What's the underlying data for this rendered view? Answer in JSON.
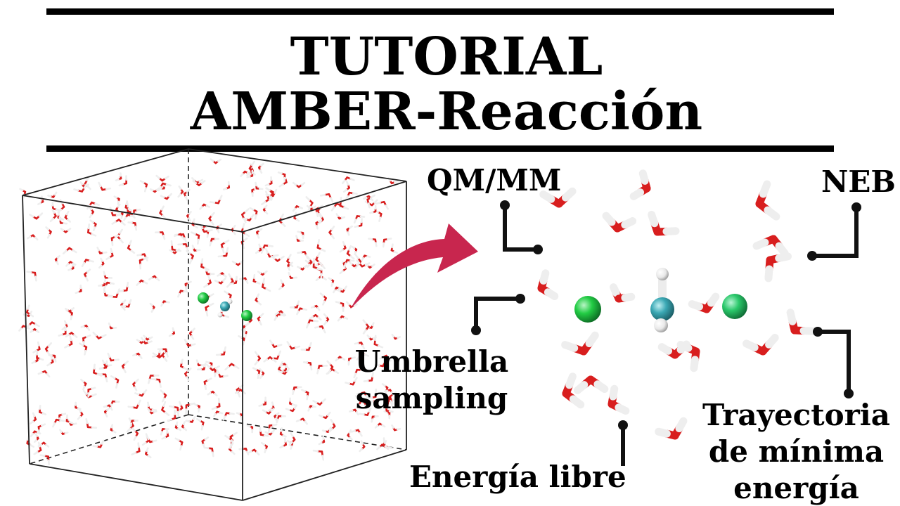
{
  "title": {
    "line1": "TUTORIAL",
    "line2": "AMBER-Reacción"
  },
  "labels": {
    "qmmm": "QM/MM",
    "neb": "NEB",
    "umbrella_line1": "Umbrella",
    "umbrella_line2": "sampling",
    "free_energy": "Energía libre",
    "mep_line1": "Trayectoria",
    "mep_line2": "de mínima",
    "mep_line3": "energía"
  },
  "colors": {
    "oxygen": "#d81e1e",
    "hydrogen": "#eeeeee",
    "chloride": "#22cc44",
    "carbon": "#3aa8b4",
    "arrow": "#c8264e"
  }
}
